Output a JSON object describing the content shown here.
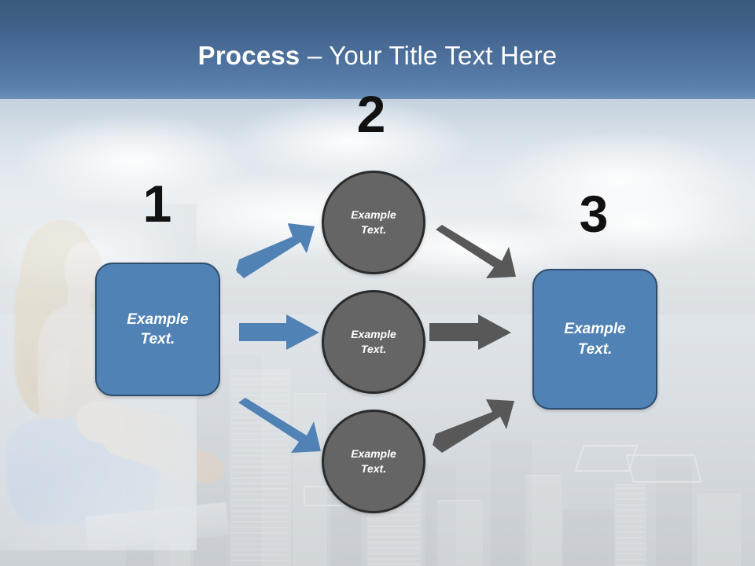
{
  "slide": {
    "title_bold": "Process",
    "title_rest": " – Your Title Text Here",
    "title_full": "Process – Your Title Text Here"
  },
  "colors": {
    "header_top": "#3a5a7d",
    "header_bottom": "#6b8fb8",
    "blue_shape_fill": "#5182b5",
    "blue_shape_border": "#2f4c6d",
    "gray_circle_fill": "#656565",
    "gray_circle_border": "#2b2b2b",
    "blue_arrow": "#5182b5",
    "gray_arrow": "#585858",
    "number_color": "#111111",
    "shape_text_color": "#ffffff"
  },
  "steps": [
    {
      "number": "1",
      "label": "Example\nText."
    },
    {
      "number": "2",
      "label": "Example\nText."
    },
    {
      "number": "3",
      "label": "Example\nText."
    }
  ],
  "stage1": {
    "number": "1",
    "box_line1": "Example",
    "box_line2": "Text."
  },
  "stage2": {
    "number": "2",
    "circles": [
      {
        "line1": "Example",
        "line2": "Text."
      },
      {
        "line1": "Example",
        "line2": "Text."
      },
      {
        "line1": "Example",
        "line2": "Text."
      }
    ]
  },
  "stage3": {
    "number": "3",
    "box_line1": "Example",
    "box_line2": "Text."
  },
  "arrows": {
    "blue": [
      {
        "name": "arrow-box1-to-circle1",
        "direction": "up-right"
      },
      {
        "name": "arrow-box1-to-circle2",
        "direction": "right"
      },
      {
        "name": "arrow-box1-to-circle3",
        "direction": "down-right"
      }
    ],
    "gray": [
      {
        "name": "arrow-circle1-to-box3",
        "direction": "down-right"
      },
      {
        "name": "arrow-circle2-to-box3",
        "direction": "right"
      },
      {
        "name": "arrow-circle3-to-box3",
        "direction": "up-right"
      }
    ]
  },
  "background": {
    "photo_description": "seated girl on rooftop with faded city skyline and clouds"
  }
}
